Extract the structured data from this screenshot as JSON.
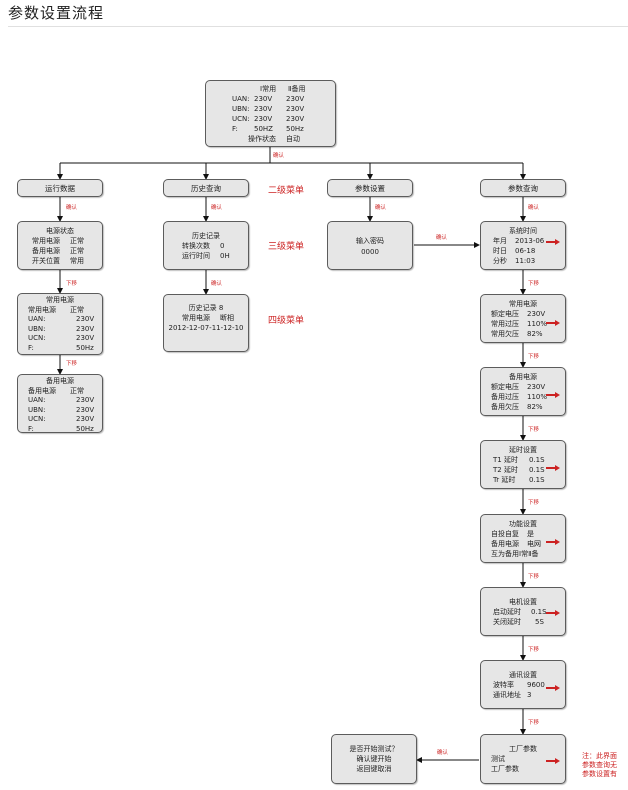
{
  "page": {
    "title": "参数设置流程"
  },
  "colors": {
    "accent": "#cc2222",
    "box_fill": "#e6e6e6",
    "box_border": "#5c5c5c",
    "line": "#111111"
  },
  "top_box": {
    "header": [
      "Ⅰ常用",
      "Ⅱ备用"
    ],
    "rows": [
      [
        "UAN:",
        "230V",
        "230V"
      ],
      [
        "UBN:",
        "230V",
        "230V"
      ],
      [
        "UCN:",
        "230V",
        "230V"
      ],
      [
        "F:",
        "50HZ",
        "50Hz"
      ]
    ],
    "status_label": "操作状态",
    "status_value": "自动"
  },
  "labels": {
    "confirm": "确认",
    "down": "下移"
  },
  "levels": {
    "level2": "二级菜单",
    "level3": "三级菜单",
    "level4": "四级菜单"
  },
  "menus": [
    "运行数据",
    "历史查询",
    "参数设置",
    "参数查询"
  ],
  "run_data": {
    "power_status": {
      "title": "电源状态",
      "rows": [
        [
          "常用电源",
          "正常"
        ],
        [
          "备用电源",
          "正常"
        ],
        [
          "开关位置",
          "常用"
        ]
      ]
    },
    "common_power": {
      "title": "常用电源",
      "rows": [
        [
          "常用电源",
          "正常"
        ],
        [
          "UAN:",
          "230V"
        ],
        [
          "UBN:",
          "230V"
        ],
        [
          "UCN:",
          "230V"
        ],
        [
          "F:",
          "50Hz"
        ]
      ]
    },
    "backup_power": {
      "title": "备用电源",
      "rows": [
        [
          "备用电源",
          "正常"
        ],
        [
          "UAN:",
          "230V"
        ],
        [
          "UBN:",
          "230V"
        ],
        [
          "UCN:",
          "230V"
        ],
        [
          "F:",
          "50Hz"
        ]
      ]
    }
  },
  "history": {
    "record": {
      "title": "历史记录",
      "rows": [
        [
          "转换次数",
          "0"
        ],
        [
          "运行时间",
          "0H"
        ]
      ]
    },
    "record8": {
      "title": "历史记录 8",
      "rows": [
        [
          "常用电源",
          "断相"
        ]
      ],
      "timestamp": "2012-12-07-11-12-10"
    }
  },
  "settings": {
    "password": {
      "label": "输入密码",
      "value": "0000"
    }
  },
  "query": {
    "system_time": {
      "title": "系统时间",
      "rows": [
        [
          "年月",
          "2013-06"
        ],
        [
          "时日",
          "06-18"
        ],
        [
          "分秒",
          "11:03"
        ]
      ]
    },
    "common_power": {
      "title": "常用电源",
      "rows": [
        [
          "额定电压",
          "230V"
        ],
        [
          "常用过压",
          "110%"
        ],
        [
          "常用欠压",
          "82%"
        ]
      ]
    },
    "backup_power": {
      "title": "备用电源",
      "rows": [
        [
          "额定电压",
          "230V"
        ],
        [
          "备用过压",
          "110%"
        ],
        [
          "备用欠压",
          "82%"
        ]
      ]
    },
    "delay": {
      "title": "延时设置",
      "rows": [
        [
          "T1 延时",
          "0.1S"
        ],
        [
          "T2 延时",
          "0.1S"
        ],
        [
          "Tr 延时",
          "0.1S"
        ]
      ]
    },
    "function": {
      "title": "功能设置",
      "rows": [
        [
          "自投自复",
          "是"
        ],
        [
          "备用电源",
          "电网"
        ]
      ],
      "extra": "互为备用Ⅰ常Ⅱ备"
    },
    "motor": {
      "title": "电机设置",
      "rows": [
        [
          "启动延时",
          "0.1S"
        ],
        [
          "关闭延时",
          "5S"
        ]
      ]
    },
    "comm": {
      "title": "通讯设置",
      "rows": [
        [
          "波特率",
          "9600"
        ],
        [
          "通讯地址",
          "3"
        ]
      ]
    },
    "factory": {
      "title": "工厂参数",
      "rows": [
        [
          "测试",
          ""
        ],
        [
          "工厂参数",
          ""
        ]
      ]
    }
  },
  "test_prompt": {
    "lines": [
      "是否开始测试？",
      "确认键开始",
      "返回键取消"
    ]
  },
  "note": {
    "lines": [
      "注：此界面",
      "参数查询无",
      "参数设置有"
    ]
  }
}
